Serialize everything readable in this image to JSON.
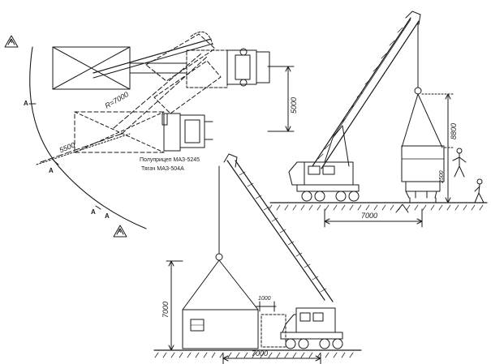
{
  "diagram": {
    "plan_view": {
      "radius_label": "R=7000",
      "width_label": "5500",
      "offset_label": "5000",
      "notes": [
        "Полуприцеп МАЗ-5245",
        "Тягач МАЗ-504А"
      ],
      "marks": [
        "A",
        "A",
        "A",
        "A"
      ],
      "rotation_marks": [
        "A",
        "A"
      ]
    },
    "side_view_top": {
      "height_label": "8800",
      "lower_label": "2500",
      "base_label": "7000"
    },
    "side_view_bottom": {
      "height_label": "7000",
      "top_label": "1000",
      "base_label": "7000"
    }
  }
}
